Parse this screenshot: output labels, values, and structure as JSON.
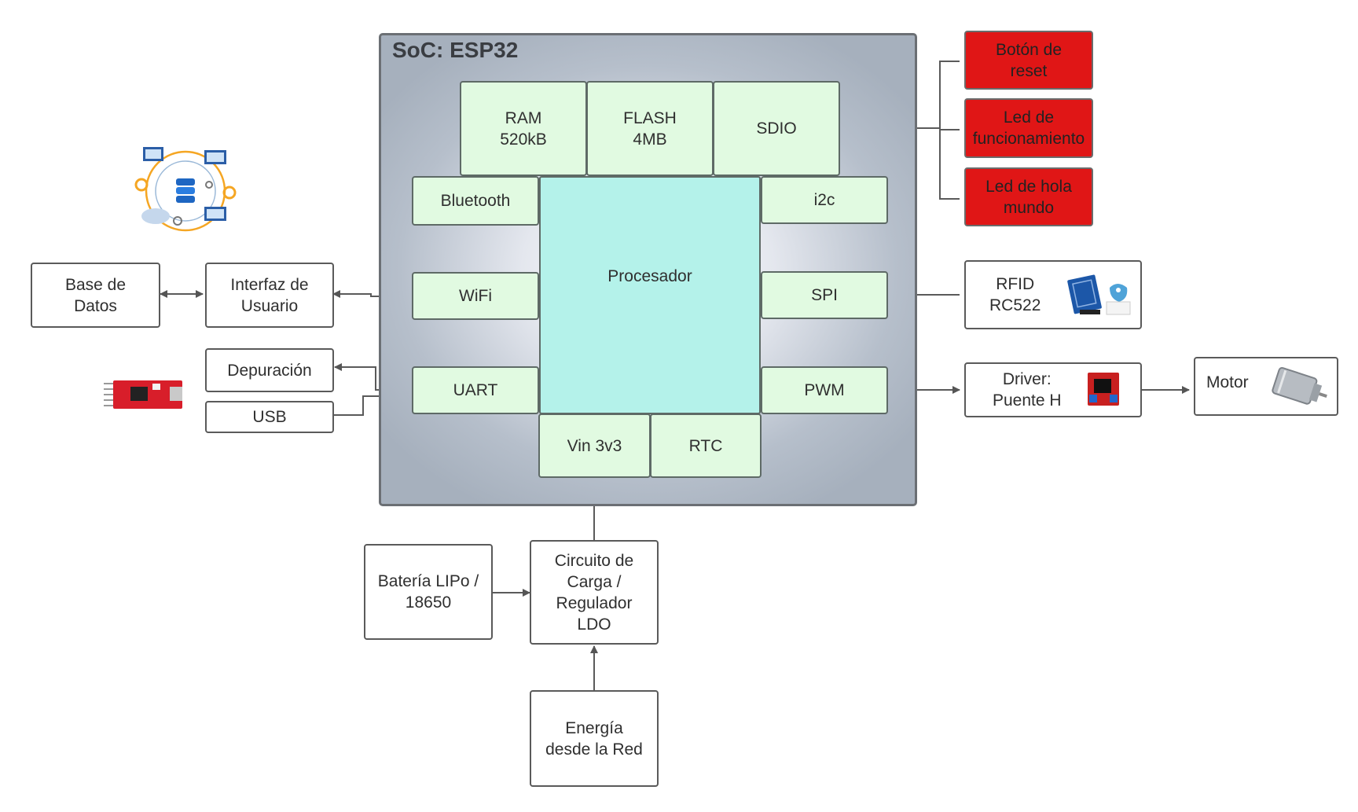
{
  "soc": {
    "title": "SoC: ESP32"
  },
  "modules": {
    "ram": "RAM\n520kB",
    "flash": "FLASH\n4MB",
    "sdio": "SDIO",
    "bluetooth": "Bluetooth",
    "i2c": "i2c",
    "wifi": "WiFi",
    "spi": "SPI",
    "uart": "UART",
    "pwm": "PWM",
    "processor": "Procesador",
    "vin": "Vin 3v3",
    "rtc": "RTC"
  },
  "external": {
    "database": "Base de\nDatos",
    "ui": "Interfaz de\nUsuario",
    "debug": "Depuración",
    "usb": "USB",
    "rfid": "RFID\nRC522",
    "driver": "Driver:\nPuente H",
    "motor": "Motor",
    "battery": "Batería LIPo /\n18650",
    "charger": "Circuito de\nCarga /\nRegulador\nLDO",
    "grid": "Energía\ndesde la Red"
  },
  "indicators": {
    "reset": "Botón de\nreset",
    "led_status": "Led de\nfuncionamiento",
    "led_hello": "Led de hola\nmundo"
  },
  "colors": {
    "module_fill": "#e1fae1",
    "processor_fill": "#b4f2ea",
    "indicator_fill": "#e01616",
    "soc_fill": "#a6b0bd"
  },
  "icons": [
    "network-cloud-icon",
    "usb-serial-board-icon",
    "rfid-module-icon",
    "h-bridge-board-icon",
    "dc-motor-icon"
  ]
}
